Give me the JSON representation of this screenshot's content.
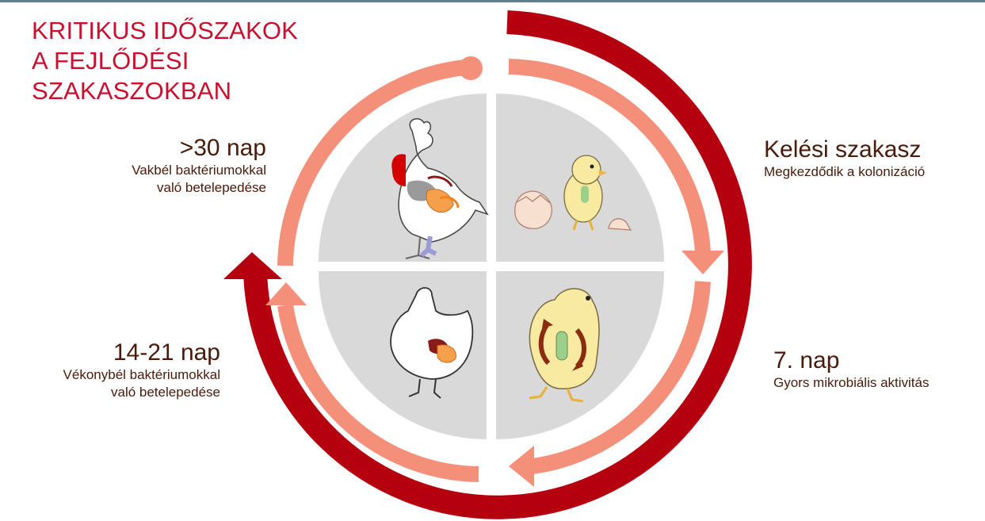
{
  "title": {
    "line1": "KRITIKUS IDŐSZAKOK",
    "line2": "A FEJLŐDÉSI",
    "line3": "SZAKASZOKBAN"
  },
  "stages": {
    "hatch": {
      "heading": "Kelési szakasz",
      "desc": "Megkezdődik a kolonizáció"
    },
    "day7": {
      "heading": "7. nap",
      "desc": "Gyors mikrobiális aktivitás"
    },
    "day14_21": {
      "heading": "14-21 nap",
      "desc1": "Vékonybél baktériumokkal",
      "desc2": "való betelepedése"
    },
    "day30": {
      "heading": ">30 nap",
      "desc1": "Vakbél baktériumokkal",
      "desc2": "való betelepedése"
    }
  },
  "colors": {
    "dark_red": "#b5000f",
    "salmon": "#f4907a",
    "quadrant_gray": "#d9d9d9",
    "text_brown": "#4a1a0a",
    "title_red": "#c8102e"
  },
  "icons": [
    "rooster-icon",
    "chick-hatching-icon",
    "hen-icon",
    "growing-chick-icon"
  ]
}
